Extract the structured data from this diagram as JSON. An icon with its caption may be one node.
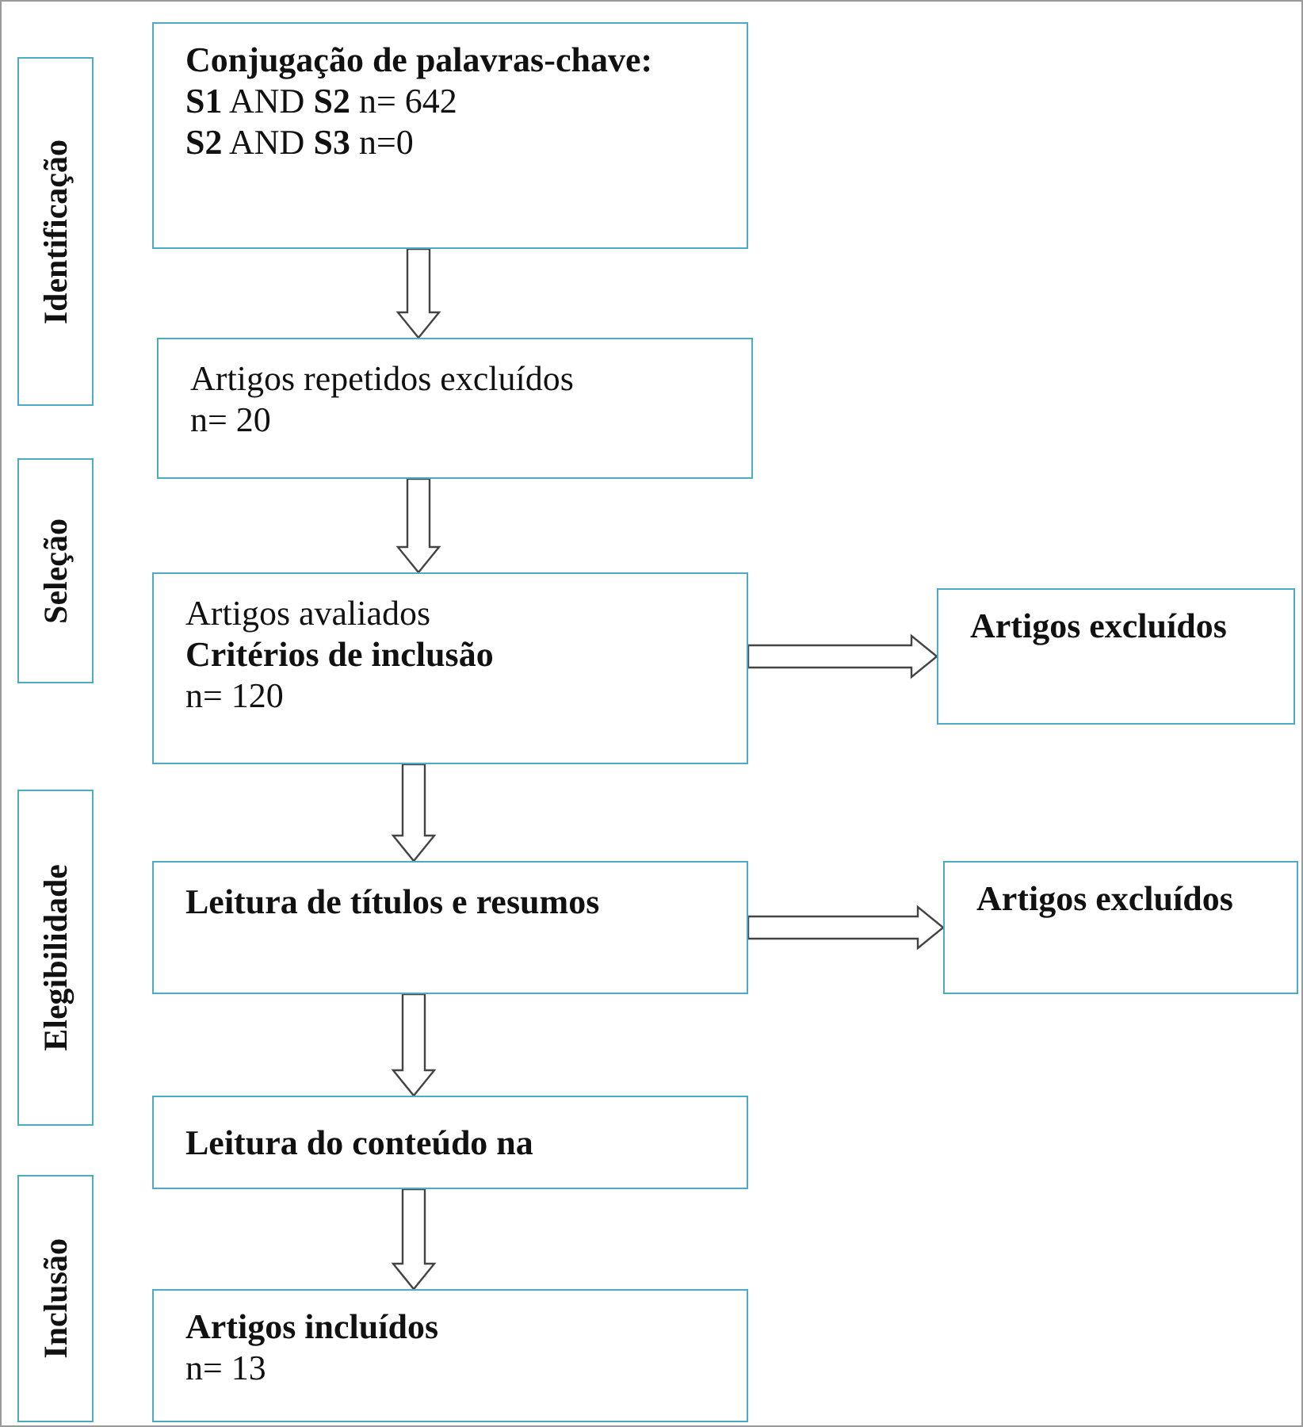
{
  "diagram": {
    "nodes": [
      {
        "text": [
          "Identificação"
        ]
      },
      {
        "text": [
          "Conjugação de palavras-chave:",
          "**S1** AND **S2** n= 642",
          "**S2** AND **S3** n=0"
        ]
      },
      {
        "text": [
          "Artigos repetidos excluídos",
          "n= 20"
        ]
      },
      {
        "text": [
          "Seleção"
        ]
      },
      {
        "text": [
          "Artigos avaliados",
          "Critérios de inclusão",
          "n= 120"
        ]
      },
      {
        "text": [
          "Artigos excluídos"
        ]
      },
      {
        "text": [
          "Elegibilidade"
        ]
      },
      {
        "text": [
          "Leitura de títulos e resumos"
        ]
      },
      {
        "text": [
          "Artigos excluídos"
        ]
      },
      {
        "text": [
          "Leitura do conteúdo na"
        ]
      },
      {
        "text": [
          "Inclusão"
        ]
      },
      {
        "text": [
          "Artigos incluídos",
          "n= 13"
        ]
      }
    ],
    "edges": [
      {
        "from": 1,
        "to": 2,
        "arrow": "to"
      },
      {
        "from": 2,
        "to": 4,
        "arrow": "to"
      },
      {
        "from": 4,
        "to": 5,
        "arrow": "to"
      },
      {
        "from": 4,
        "to": 7,
        "arrow": "to"
      },
      {
        "from": 7,
        "to": 8,
        "arrow": "to"
      },
      {
        "from": 7,
        "to": 9,
        "arrow": "to"
      },
      {
        "from": 9,
        "to": 11,
        "arrow": "to"
      }
    ]
  }
}
